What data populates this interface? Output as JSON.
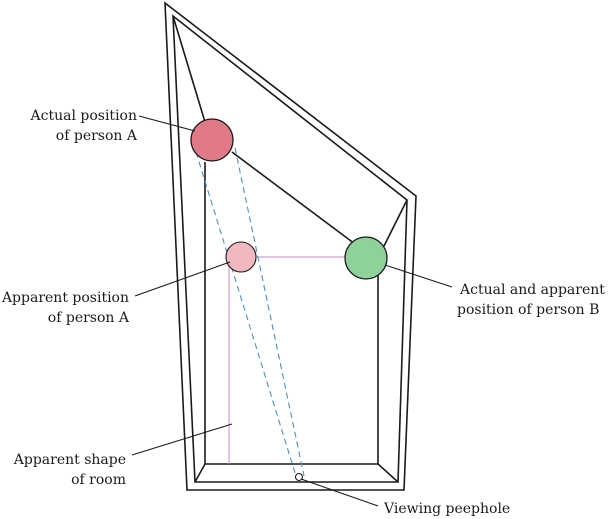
{
  "labels": {
    "actual_a_line1": "Actual position",
    "actual_a_line2": "of person A",
    "apparent_a_line1": "Apparent position",
    "apparent_a_line2": "of person A",
    "apparent_room_line1": "Apparent shape",
    "apparent_room_line2": "of room",
    "actual_b_line1": "Actual and apparent",
    "actual_b_line2": "position of person B",
    "peephole": "Viewing peephole"
  },
  "colors": {
    "person_a_actual": "#e07a86",
    "person_a_apparent": "#f2b8c0",
    "person_b": "#8fd19a",
    "sightline": "#4a90c8",
    "apparent_room": "#c98bc4"
  }
}
